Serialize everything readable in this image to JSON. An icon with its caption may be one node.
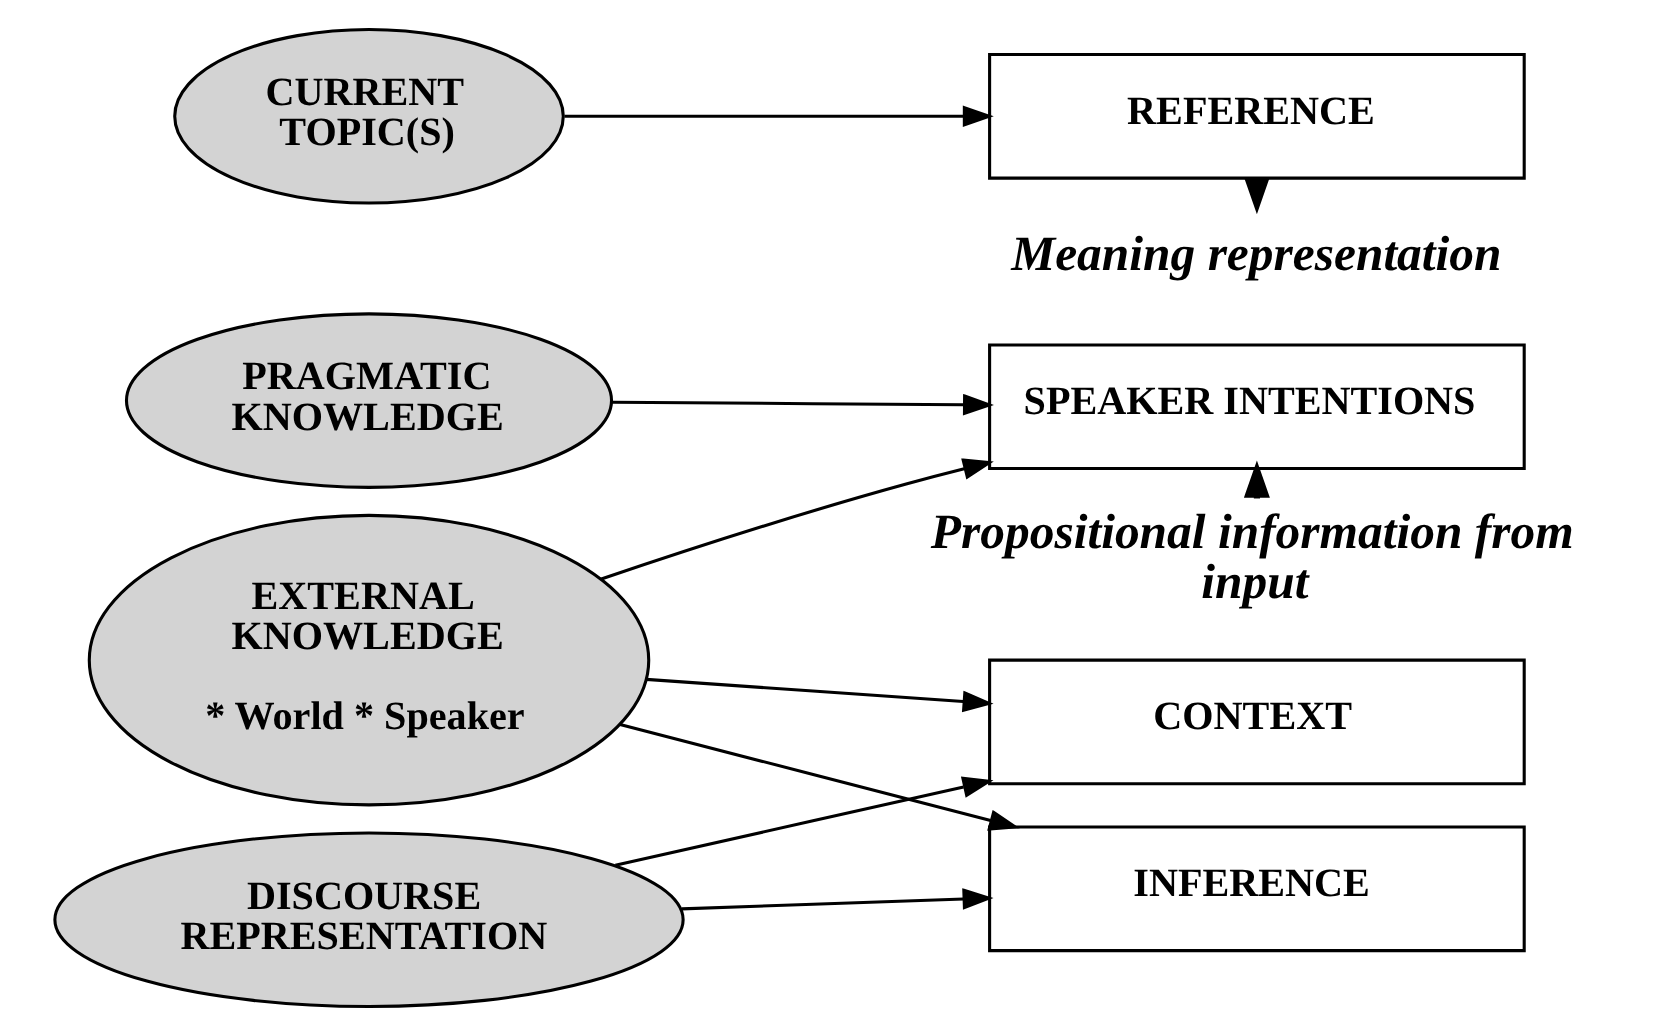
{
  "diagram": {
    "nodes": [
      {
        "text": [
          "Propositional information from input"
        ]
      },
      {
        "text": [
          "PRAGMATIC KNOWLEDGE"
        ]
      },
      {
        "text": [
          "SPEAKER INTENTIONS"
        ]
      },
      {
        "text": [
          "CONTEXT"
        ]
      },
      {
        "text": [
          "EXTERNAL KNOWLEDGE",
          "* World * Speaker"
        ]
      },
      {
        "text": [
          "DISCOURSE REPRESENTATION"
        ]
      },
      {
        "text": [
          "INFERENCE"
        ]
      },
      {
        "text": [
          "REFERENCE"
        ]
      },
      {
        "text": [
          "CURRENT TOPIC(S)"
        ]
      },
      {
        "text": [
          "Meaning representation"
        ]
      }
    ],
    "edges": [
      {
        "from": 0,
        "to": 2,
        "arrow": "to",
        "style": "thick"
      },
      {
        "from": 1,
        "to": 2,
        "arrow": "to"
      },
      {
        "from": 4,
        "to": 2,
        "arrow": "to"
      },
      {
        "from": 4,
        "to": 3,
        "arrow": "to"
      },
      {
        "from": 5,
        "to": 3,
        "arrow": "to"
      },
      {
        "from": 4,
        "to": 6,
        "arrow": "to"
      },
      {
        "from": 5,
        "to": 6,
        "arrow": "to"
      },
      {
        "from": 8,
        "to": 7,
        "arrow": "to"
      },
      {
        "from": 7,
        "to": 9,
        "arrow": "to",
        "style": "thick"
      }
    ]
  }
}
